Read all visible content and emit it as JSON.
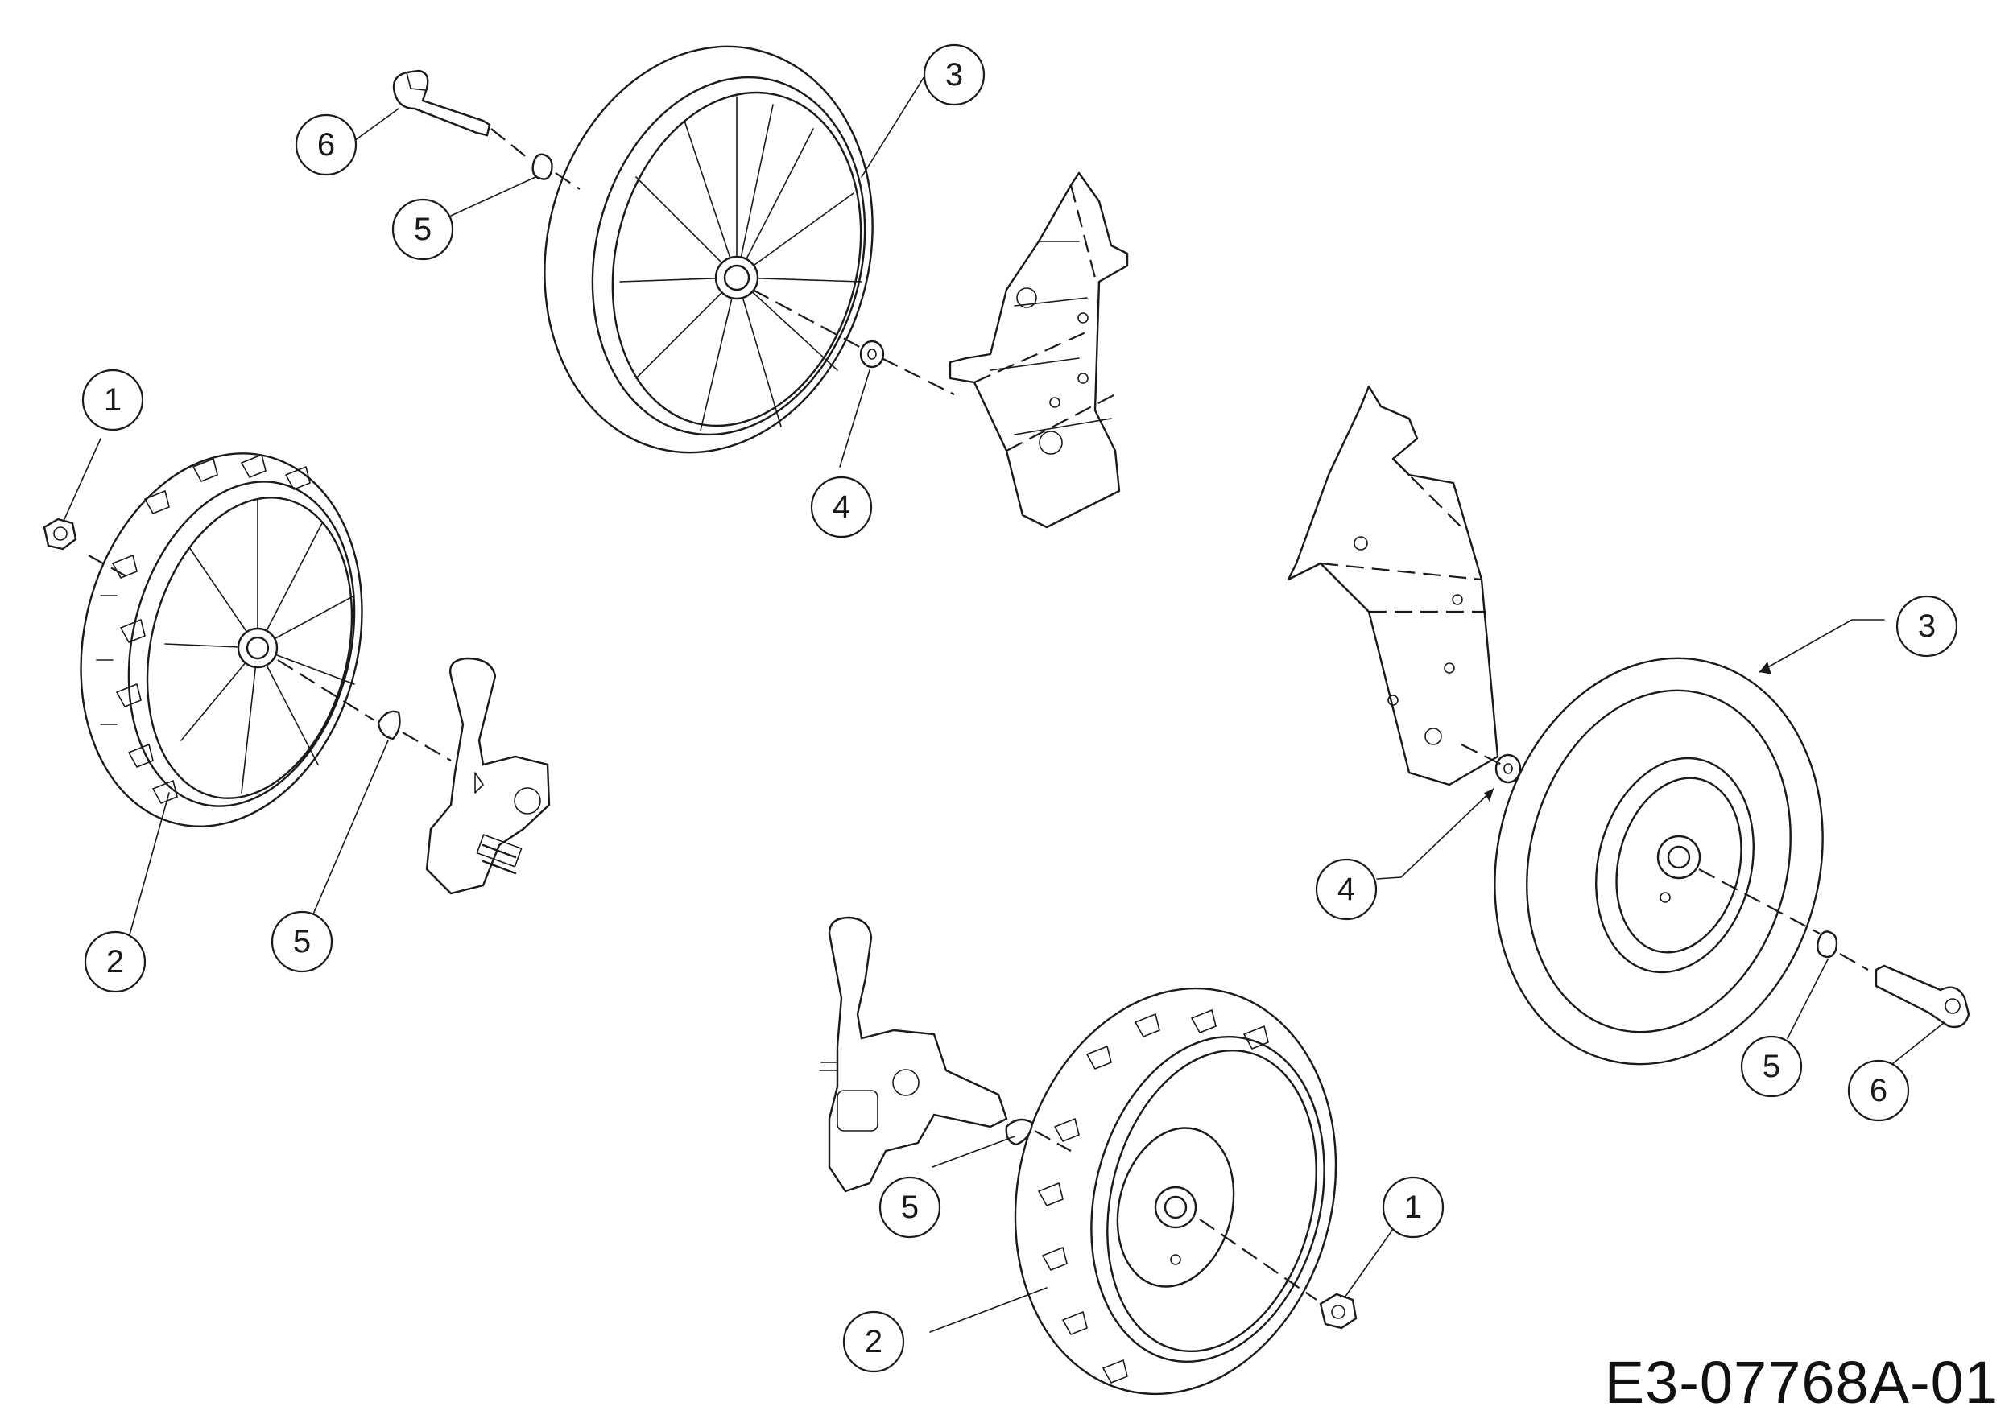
{
  "drawing_id": "E3-07768A-01",
  "callouts": [
    {
      "label": "1"
    },
    {
      "label": "2"
    },
    {
      "label": "3"
    },
    {
      "label": "4"
    },
    {
      "label": "5"
    },
    {
      "label": "6"
    },
    {
      "label": "1"
    },
    {
      "label": "2"
    },
    {
      "label": "3"
    },
    {
      "label": "4"
    },
    {
      "label": "5"
    },
    {
      "label": "6"
    },
    {
      "label": "5"
    },
    {
      "label": "5"
    }
  ],
  "colors": {
    "ink": "#1a1a1a",
    "background": "#ffffff"
  }
}
